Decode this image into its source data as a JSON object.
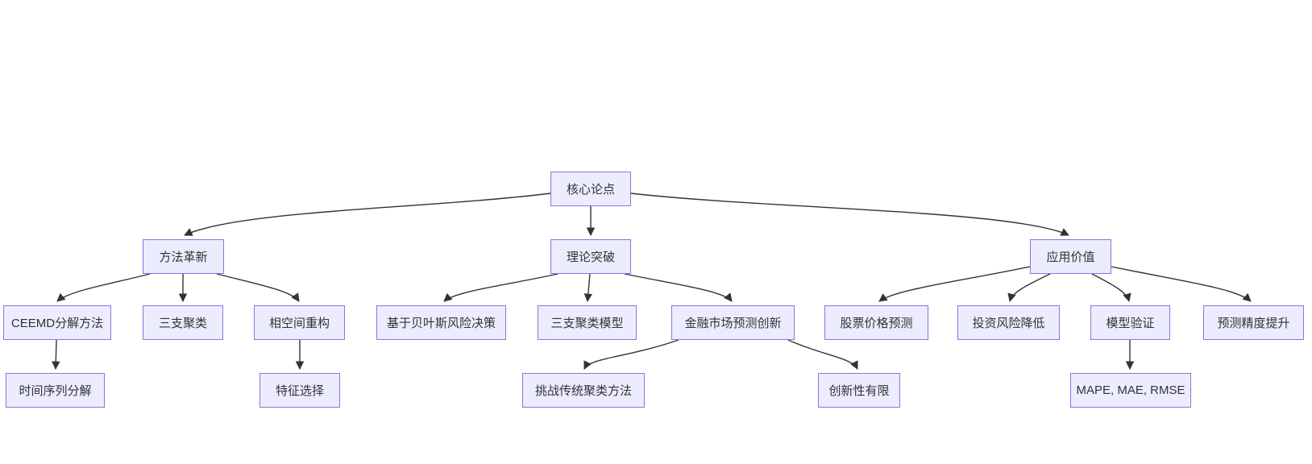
{
  "diagram": {
    "type": "flowchart",
    "direction": "top-down",
    "colors": {
      "node_fill": "#ECECFF",
      "node_border": "#9370DB",
      "edge_color": "#333333",
      "text_color": "#333333",
      "canvas_bg": "#FFFFFF"
    },
    "nodes": [
      {
        "id": "root",
        "label": "核心论点"
      },
      {
        "id": "method",
        "label": "方法革新"
      },
      {
        "id": "theory",
        "label": "理论突破"
      },
      {
        "id": "application",
        "label": "应用价值"
      },
      {
        "id": "ceemd",
        "label": "CEEMD分解方法"
      },
      {
        "id": "three_way",
        "label": "三支聚类"
      },
      {
        "id": "phase",
        "label": "相空间重构"
      },
      {
        "id": "bayes",
        "label": "基于贝叶斯风险决策"
      },
      {
        "id": "twc_model",
        "label": "三支聚类模型"
      },
      {
        "id": "finance",
        "label": "金融市场预测创新"
      },
      {
        "id": "stock",
        "label": "股票价格预测"
      },
      {
        "id": "invest",
        "label": "投资风险降低"
      },
      {
        "id": "validate",
        "label": "模型验证"
      },
      {
        "id": "accuracy",
        "label": "预测精度提升"
      },
      {
        "id": "ts_decomp",
        "label": "时间序列分解"
      },
      {
        "id": "feature",
        "label": "特征选择"
      },
      {
        "id": "challenge",
        "label": "挑战传统聚类方法"
      },
      {
        "id": "limited",
        "label": "创新性有限"
      },
      {
        "id": "metrics",
        "label": "MAPE, MAE, RMSE"
      }
    ],
    "edges": [
      {
        "from": "root",
        "to": "method"
      },
      {
        "from": "root",
        "to": "theory"
      },
      {
        "from": "root",
        "to": "application"
      },
      {
        "from": "method",
        "to": "ceemd"
      },
      {
        "from": "method",
        "to": "three_way"
      },
      {
        "from": "method",
        "to": "phase"
      },
      {
        "from": "theory",
        "to": "bayes"
      },
      {
        "from": "theory",
        "to": "twc_model"
      },
      {
        "from": "theory",
        "to": "finance"
      },
      {
        "from": "application",
        "to": "stock"
      },
      {
        "from": "application",
        "to": "invest"
      },
      {
        "from": "application",
        "to": "validate"
      },
      {
        "from": "application",
        "to": "accuracy"
      },
      {
        "from": "ceemd",
        "to": "ts_decomp"
      },
      {
        "from": "phase",
        "to": "feature"
      },
      {
        "from": "finance",
        "to": "challenge"
      },
      {
        "from": "finance",
        "to": "limited"
      },
      {
        "from": "validate",
        "to": "metrics"
      }
    ]
  }
}
